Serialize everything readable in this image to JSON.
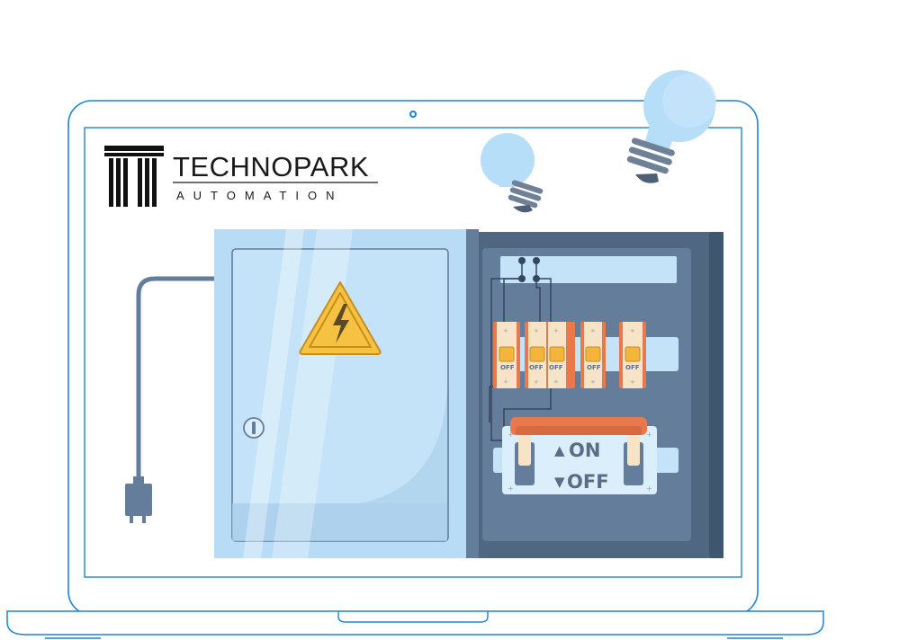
{
  "logo": {
    "name": "TECHNOPARK",
    "tagline": "AUTOMATION"
  },
  "breaker_panel": {
    "breakers": [
      {
        "state": "OFF"
      },
      {
        "state": "OFF"
      },
      {
        "state": "OFF"
      },
      {
        "state": "OFF"
      },
      {
        "state": "OFF"
      }
    ],
    "main_switch": {
      "on_label": "ON",
      "off_label": "OFF"
    }
  },
  "colors": {
    "laptop_outline": "#1f82d6",
    "box_blue": "#b9dcf6",
    "panel_slate": "#647d9a",
    "breaker_orange": "#e8794c",
    "bulb_blue": "#b6def8",
    "warning_yellow": "#f5c242",
    "icons": [
      "laptop-icon",
      "lightning-warning-icon",
      "light-bulb-icon",
      "power-plug-icon",
      "door-lock-icon"
    ]
  }
}
